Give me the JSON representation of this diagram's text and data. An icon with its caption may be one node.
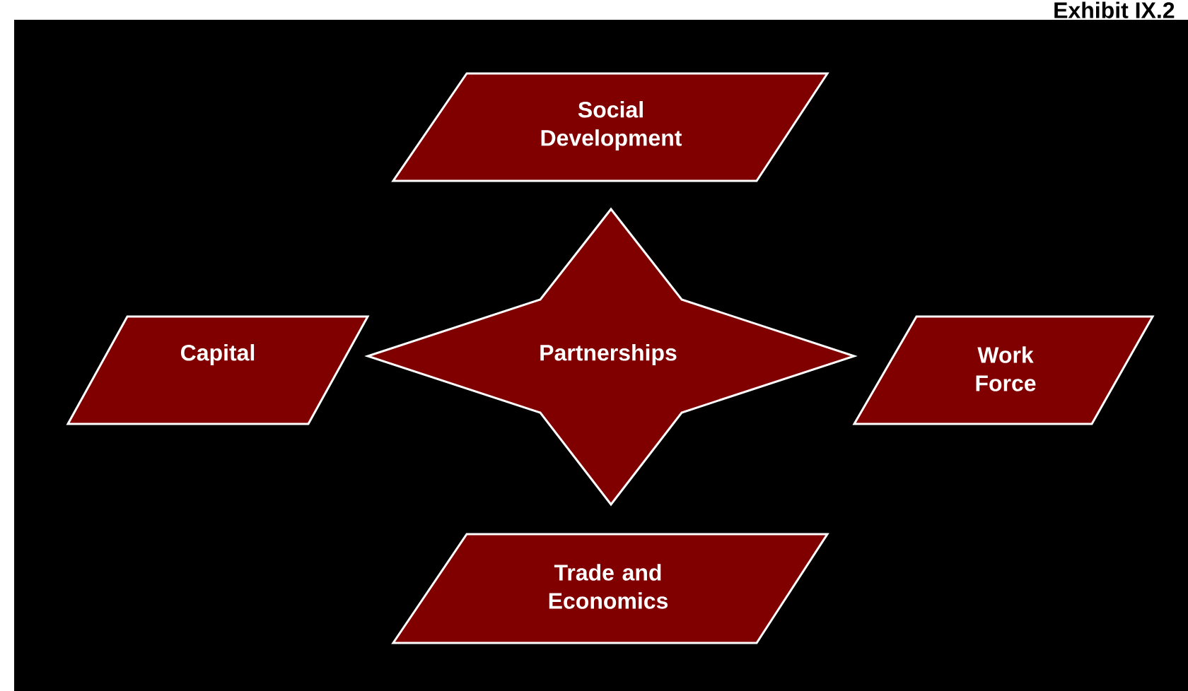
{
  "diagram": {
    "title": "Exhibit IX.2",
    "nodes": [
      {
        "text": [
          "Social Development"
        ]
      },
      {
        "text": [
          "Capital"
        ]
      },
      {
        "text": [
          "Partnerships"
        ]
      },
      {
        "text": [
          "Work Force"
        ]
      },
      {
        "text": [
          "Trade and Economics"
        ]
      }
    ]
  }
}
